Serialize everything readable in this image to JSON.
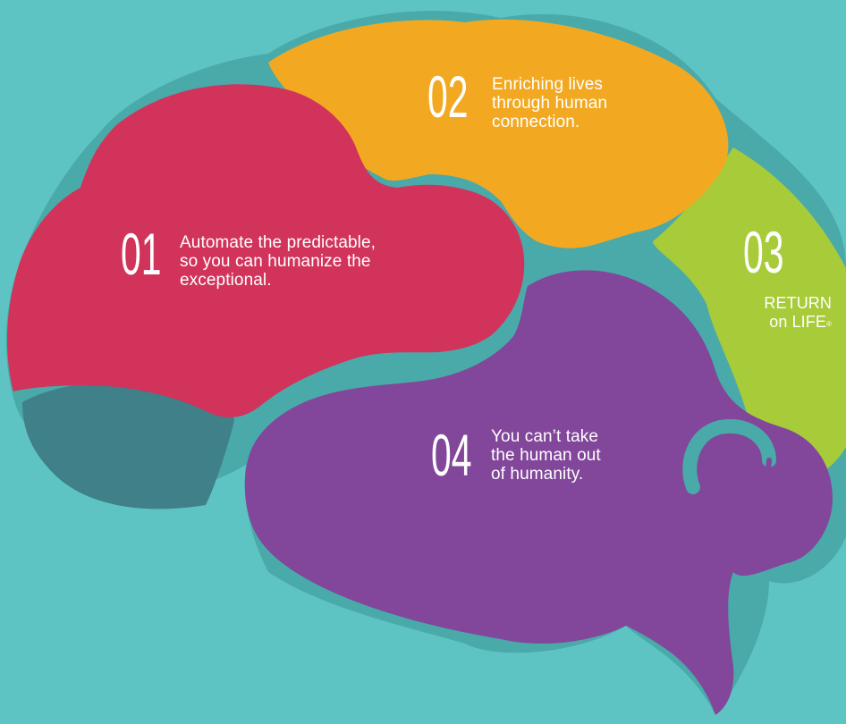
{
  "colors": {
    "background": "#5ec4c3",
    "lobe_01": "#d1335b",
    "lobe_02": "#f2a921",
    "lobe_03": "#a8cb3a",
    "lobe_04": "#82469a",
    "brainstem": "#3f8089",
    "gap": "#4aa9a9"
  },
  "lobes": [
    {
      "number": "01",
      "lines": [
        "Automate the predictable,",
        "so you can humanize the",
        "exceptional."
      ]
    },
    {
      "number": "02",
      "lines": [
        "Enriching lives",
        "through human",
        "connection."
      ]
    },
    {
      "number": "03",
      "lines": [
        "RETURN",
        "on LIFE"
      ],
      "mark": "®"
    },
    {
      "number": "04",
      "lines": [
        "You can’t take",
        "the human out",
        "of humanity."
      ]
    }
  ]
}
